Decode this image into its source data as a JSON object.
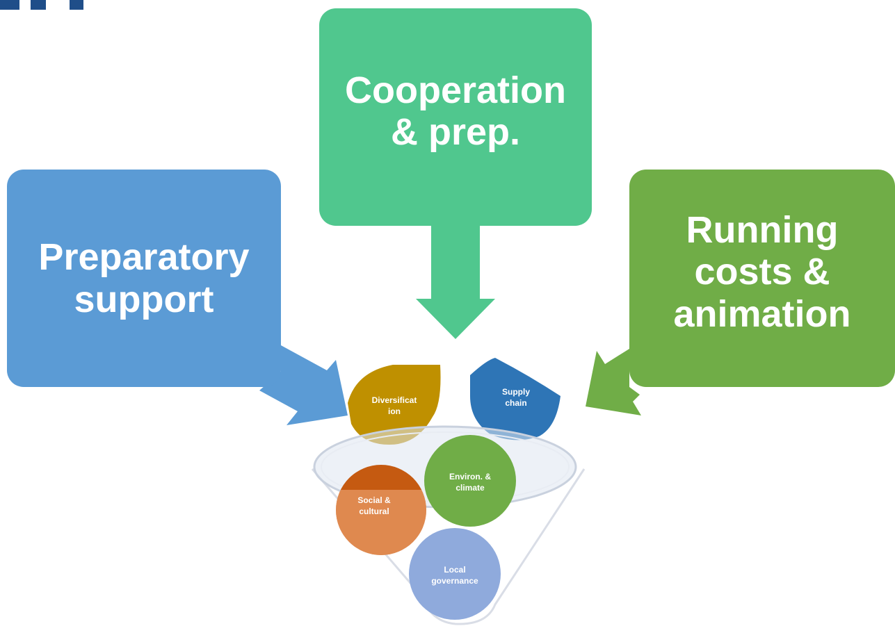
{
  "boxes": {
    "preparatory": {
      "line1": "Preparatory",
      "line2": "support",
      "color": "#5b9bd5"
    },
    "cooperation": {
      "line1": "Cooperation",
      "line2": "& prep.",
      "color": "#50c78e"
    },
    "running": {
      "line1": "Running",
      "line2": "costs &",
      "line3": "animation",
      "color": "#70ad47"
    }
  },
  "funnel": {
    "items": [
      {
        "line1": "Diversificat",
        "line2": "ion",
        "color": "#bf9000"
      },
      {
        "line1": "Supply",
        "line2": "chain",
        "color": "#2e75b6"
      },
      {
        "line1": "Environ. &",
        "line2": "climate",
        "color": "#70ad47"
      },
      {
        "line1": "Social &",
        "line2": "cultural",
        "color": "#c55a11"
      },
      {
        "line1": "Local",
        "line2": "governance",
        "color": "#8faadc"
      }
    ]
  },
  "colors": {
    "corner_mark": "#1f4e89",
    "funnel_outline": "#d9dde6"
  }
}
